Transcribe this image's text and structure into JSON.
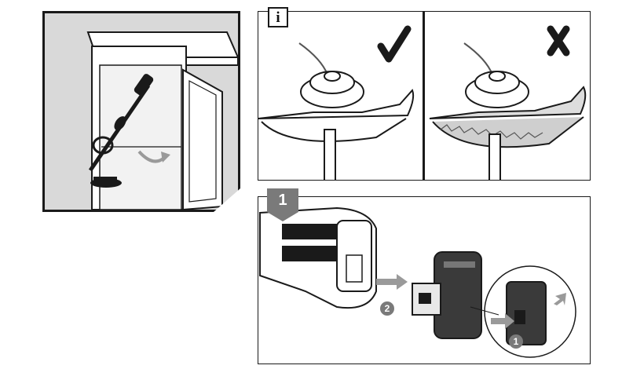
{
  "info_panel": {
    "info_symbol": "i",
    "correct_mark_icon": "check-mark-icon",
    "incorrect_mark_icon": "x-mark-icon"
  },
  "step_panel": {
    "step_number": "1",
    "callout_1": "1",
    "callout_2": "2"
  },
  "colors": {
    "outline": "#1a1a1a",
    "storage_background": "#d9d9d9",
    "callout_fill": "#7a7a7a",
    "arrow_fill": "#9a9a9a"
  }
}
